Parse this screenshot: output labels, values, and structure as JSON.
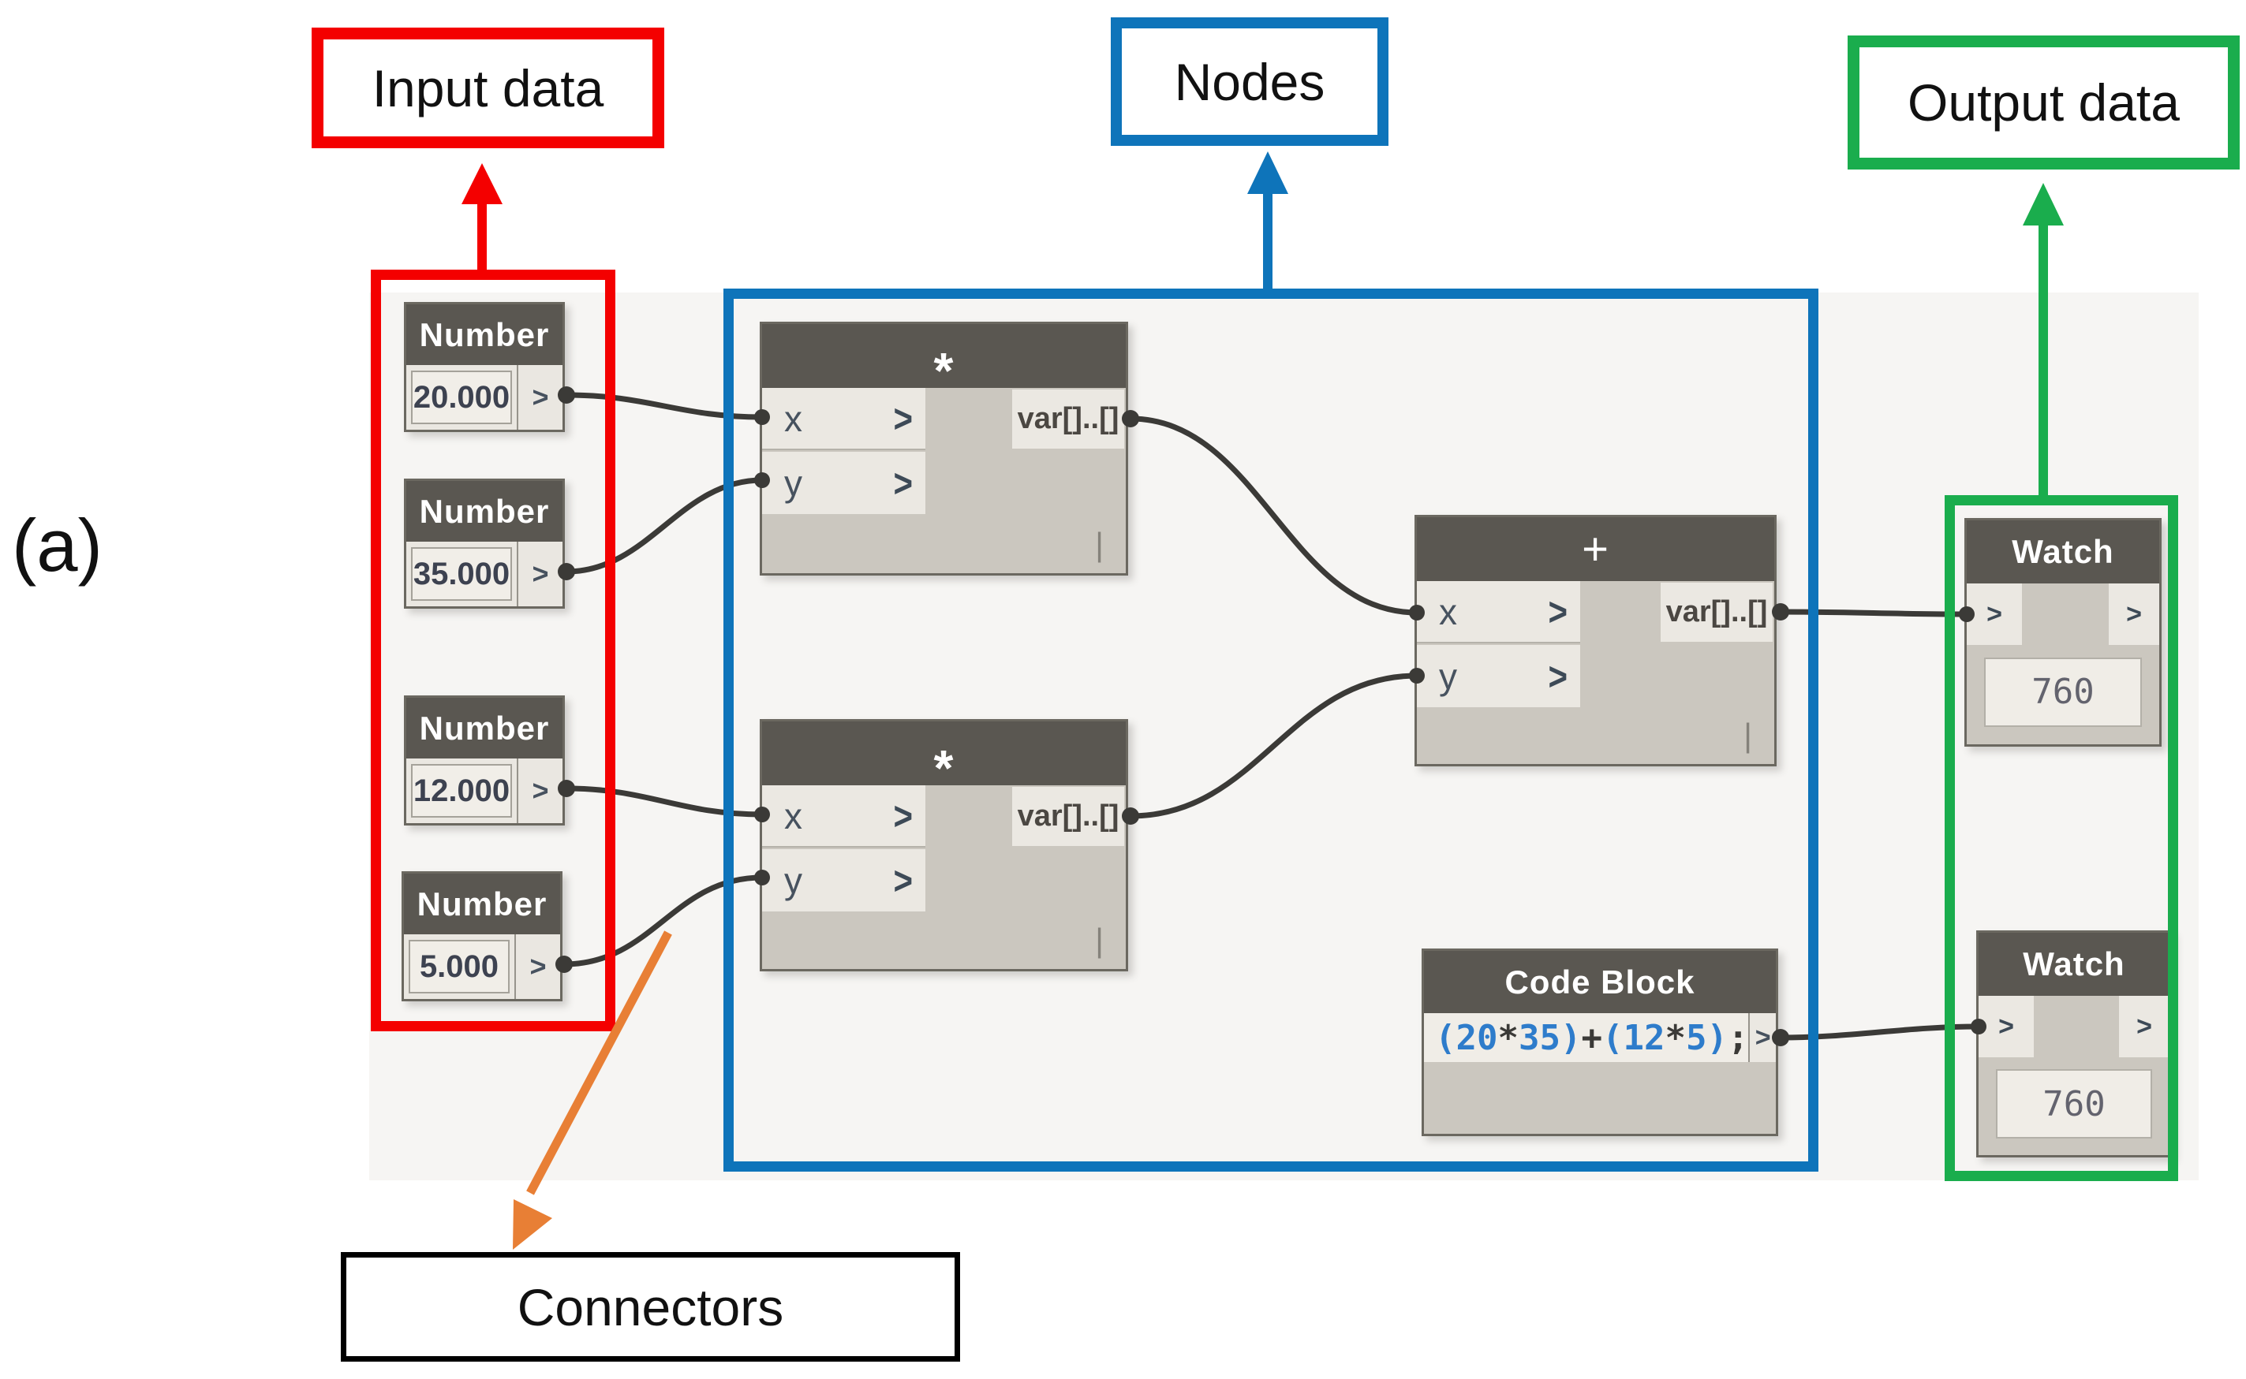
{
  "figure_label": "(a)",
  "ui": {
    "chevron": ">",
    "lacing_mark": "|"
  },
  "annotations": {
    "input_data": {
      "label": "Input data",
      "color": "#f40000"
    },
    "nodes": {
      "label": "Nodes",
      "color": "#0e74ba"
    },
    "output_data": {
      "label": "Output data",
      "color": "#1aad4d"
    },
    "connectors": {
      "label": "Connectors",
      "color": "#e87f35"
    }
  },
  "graph": {
    "number_nodes": [
      {
        "title": "Number",
        "value": "20.000"
      },
      {
        "title": "Number",
        "value": "35.000"
      },
      {
        "title": "Number",
        "value": "12.000"
      },
      {
        "title": "Number",
        "value": "5.000"
      }
    ],
    "multiply_nodes": [
      {
        "title": "*",
        "input_x": "x",
        "input_y": "y",
        "output": "var[]..[]"
      },
      {
        "title": "*",
        "input_x": "x",
        "input_y": "y",
        "output": "var[]..[]"
      }
    ],
    "add_node": {
      "title": "+",
      "input_x": "x",
      "input_y": "y",
      "output": "var[]..[]"
    },
    "code_block": {
      "title": "Code Block",
      "code": "(20*35)+(12*5);",
      "tokens": [
        {
          "text": "(20",
          "kind": "num"
        },
        {
          "text": "*",
          "kind": "op"
        },
        {
          "text": "35)",
          "kind": "num"
        },
        {
          "text": "+",
          "kind": "op"
        },
        {
          "text": "(12",
          "kind": "num"
        },
        {
          "text": "*",
          "kind": "op"
        },
        {
          "text": "5)",
          "kind": "num"
        },
        {
          "text": ";",
          "kind": "op"
        }
      ]
    },
    "watch_nodes": [
      {
        "title": "Watch",
        "value": "760"
      },
      {
        "title": "Watch",
        "value": "760"
      }
    ]
  }
}
